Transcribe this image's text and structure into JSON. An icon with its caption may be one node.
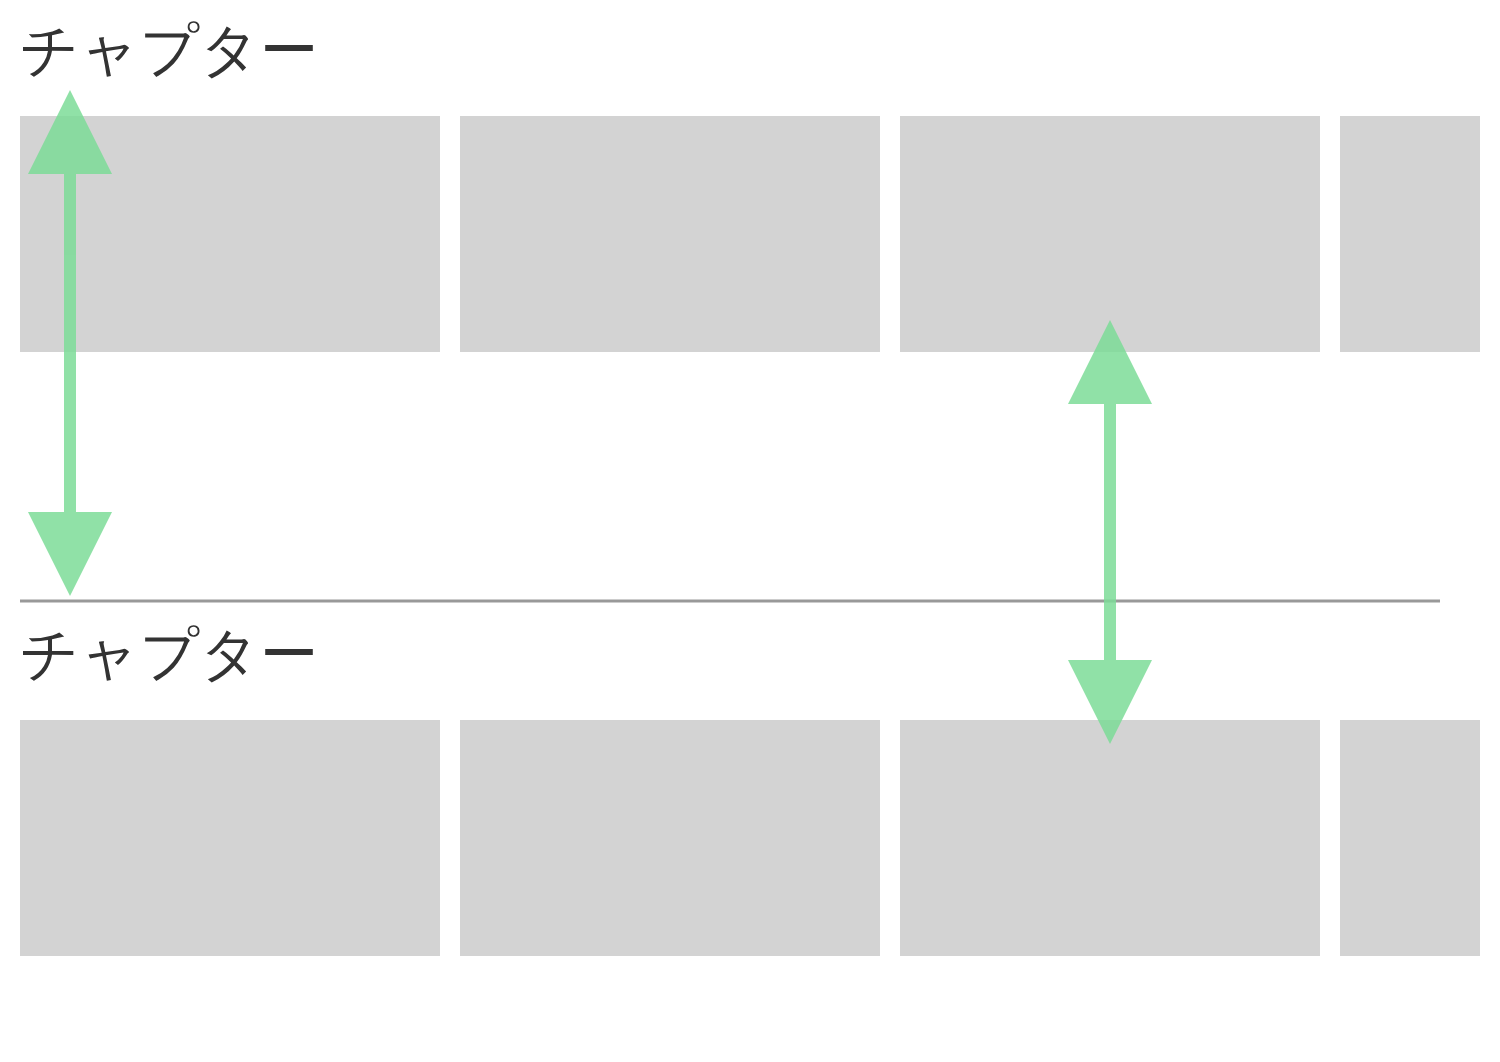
{
  "diagram": {
    "nodes": [
      {
        "text": [],
        "shape": "box"
      },
      {
        "text": [],
        "shape": "box"
      },
      {
        "text": [],
        "shape": "box"
      },
      {
        "text": [],
        "shape": "box"
      },
      {
        "text": [],
        "shape": "box"
      },
      {
        "text": [],
        "shape": "box"
      },
      {
        "text": [],
        "shape": "box"
      },
      {
        "text": [],
        "shape": "box"
      }
    ],
    "edges": [],
    "labels": [
      "チャプター",
      "チャプター"
    ]
  }
}
